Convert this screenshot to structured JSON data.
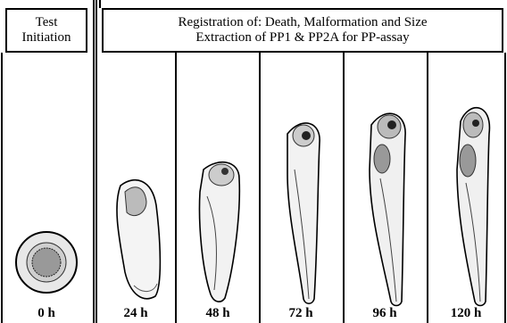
{
  "header": {
    "test_initiation": [
      "Test",
      "Initiation"
    ],
    "registration": [
      "Registration of: Death, Malformation and Size",
      "Extraction of PP1 & PP2A for PP-assay"
    ]
  },
  "timepoints": [
    "0 h",
    "24 h",
    "48 h",
    "72 h",
    "96 h",
    "120 h"
  ]
}
